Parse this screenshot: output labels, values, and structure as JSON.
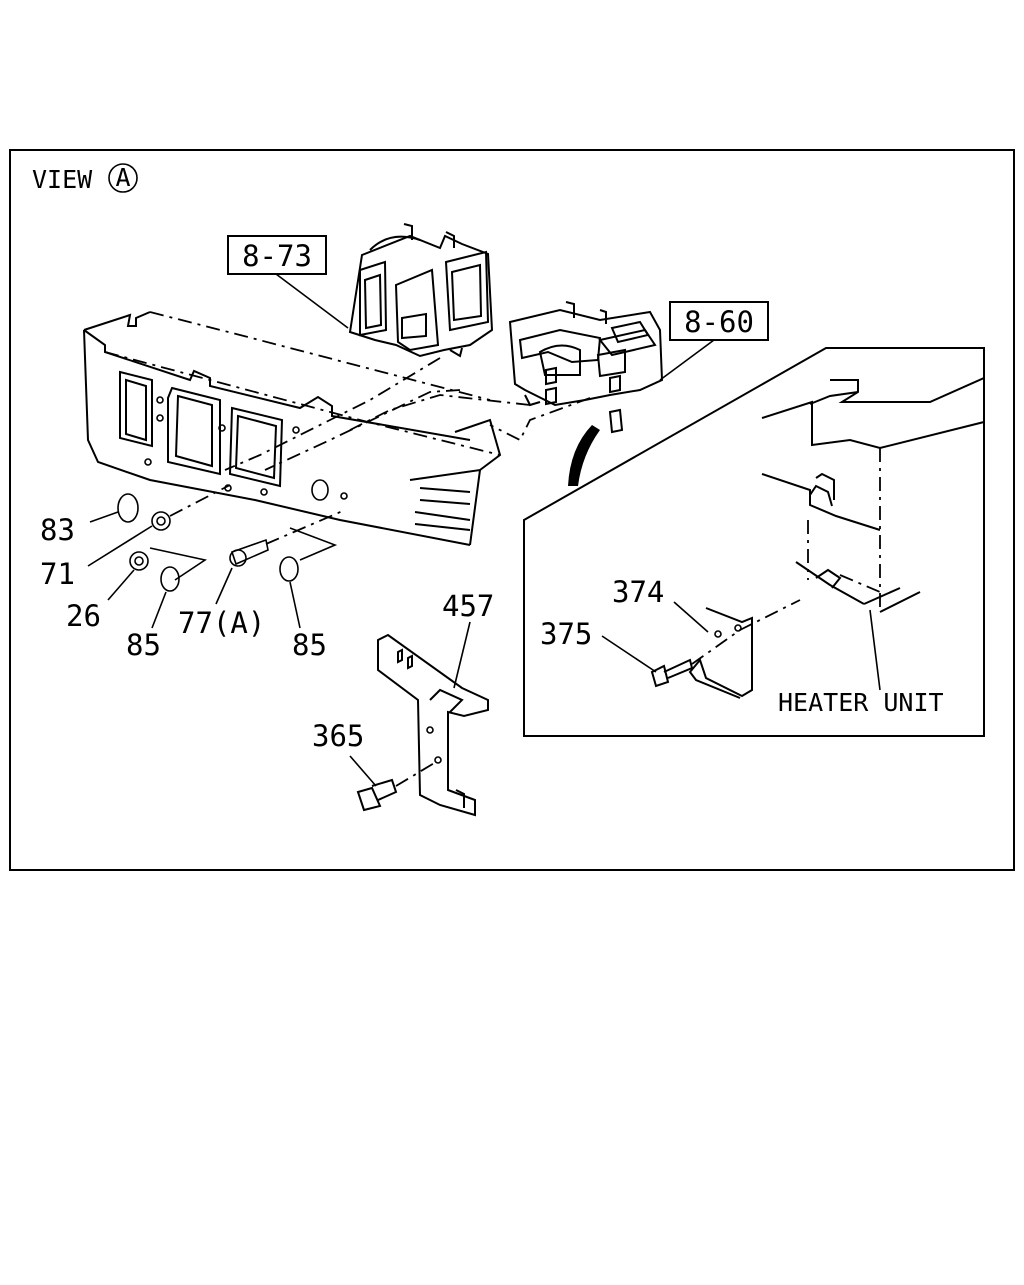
{
  "view_label": "VIEW",
  "view_marker": "A",
  "callouts": {
    "ref_873": "8-73",
    "ref_860": "8-60",
    "p83": "83",
    "p71": "71",
    "p26": "26",
    "p85a": "85",
    "p77a": "77(A)",
    "p85b": "85",
    "p457": "457",
    "p365": "365",
    "p374": "374",
    "p375": "375"
  },
  "detail": {
    "heater_unit": "HEATER UNIT"
  }
}
